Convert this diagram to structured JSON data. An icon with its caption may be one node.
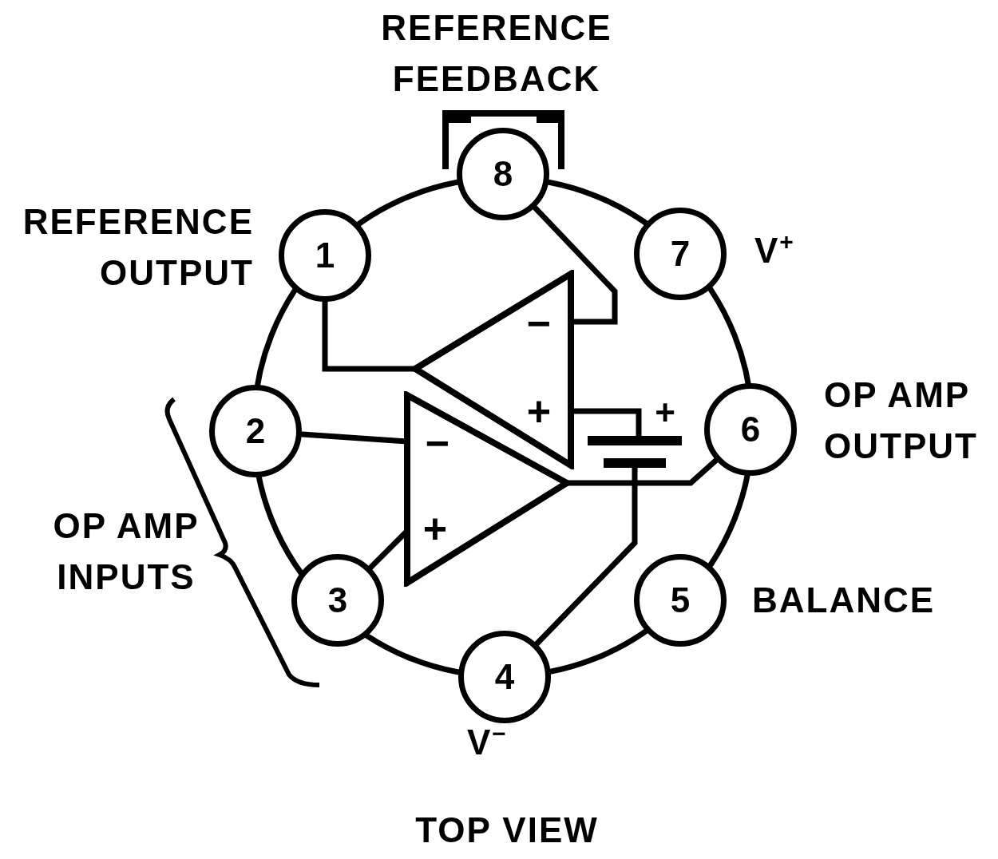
{
  "diagram": {
    "caption": "TOP VIEW",
    "nodes": [
      {
        "text": [
          "8"
        ],
        "beside": [
          "REFERENCE FEEDBACK"
        ]
      },
      {
        "text": [
          "1"
        ],
        "beside": [
          "REFERENCE OUTPUT"
        ]
      },
      {
        "text": [
          "7"
        ],
        "beside": [
          "V$^{+}$"
        ]
      },
      {
        "text": [
          "2"
        ]
      },
      {
        "text": [
          "6"
        ],
        "beside": [
          "OP AMP OUTPUT"
        ]
      },
      {
        "text": [
          "3"
        ]
      },
      {
        "text": [
          "5"
        ],
        "beside": [
          "BALANCE"
        ]
      },
      {
        "text": [
          "4"
        ],
        "beside": [
          "V$^{−}$"
        ]
      },
      {
        "text": [
          "−",
          "+"
        ]
      },
      {
        "text": [
          "−",
          "+"
        ]
      },
      {
        "text": [],
        "shape": "battery",
        "beside": [
          "+"
        ]
      }
    ],
    "edges": [
      {
        "from": 8,
        "to": 1,
        "arrow": "none"
      },
      {
        "from": 0,
        "to": 8,
        "arrow": "none"
      },
      {
        "from": 8,
        "to": 10,
        "arrow": "none"
      },
      {
        "from": 10,
        "to": 7,
        "arrow": "none"
      },
      {
        "from": 3,
        "to": 9,
        "arrow": "none"
      },
      {
        "from": 5,
        "to": 9,
        "arrow": "none"
      },
      {
        "from": 9,
        "to": 4,
        "arrow": "none"
      }
    ],
    "labels": [
      "OP AMP INPUTS"
    ]
  }
}
